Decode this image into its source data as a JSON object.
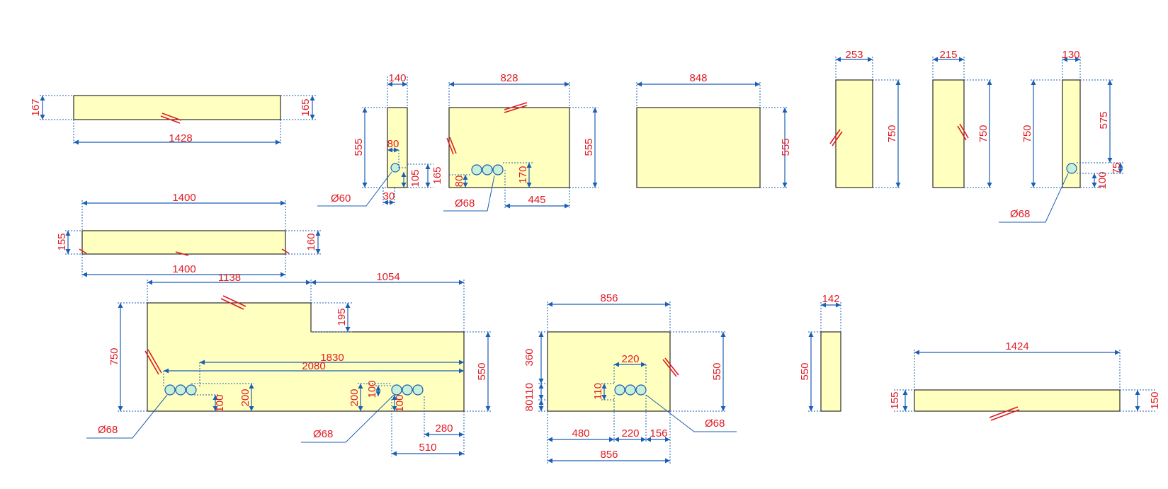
{
  "drawing": {
    "labels": {
      "p1_w": "1428",
      "p1_hl": "167",
      "p1_hr": "165",
      "p2_w": "140",
      "p2_h": "555",
      "p2_hole_x": "80",
      "p2_hole_y": "105",
      "p2_side": "165",
      "p2_bot": "30",
      "p2_dia": "Ø60",
      "p3_w": "828",
      "p3_h": "555",
      "p3_hole_h": "170",
      "p3_bot_y": "80",
      "p3_bot_x": "445",
      "p3_dia": "Ø68",
      "p4_w": "848",
      "p4_h": "555",
      "p5_w": "253",
      "p5_h": "750",
      "p6_w": "215",
      "p6_h": "750",
      "p7_w": "130",
      "p7_hl": "750",
      "p7_top": "575",
      "p7_side": "75",
      "p7_bot": "100",
      "p7_dia": "Ø68",
      "p8_top": "1400",
      "p8_bot": "1400",
      "p8_hl": "155",
      "p8_hr": "160",
      "p9_w1": "1138",
      "p9_w2": "1054",
      "p9_step": "195",
      "p9_hl": "750",
      "p9_hr": "550",
      "p9_d1": "1830",
      "p9_d2": "2080",
      "p9_a100": "100",
      "p9_a200": "200",
      "p9_b200": "200",
      "p9_b100": "100",
      "p9_b100b": "100",
      "p9_c280": "280",
      "p9_c510": "510",
      "p9_dia1": "Ø68",
      "p9_dia2": "Ø68",
      "p10_top": "856",
      "p10_bot": "856",
      "p10_h": "550",
      "p10_v360": "360",
      "p10_v110": "110",
      "p10_v80": "80",
      "p10_top220": "220",
      "p10_h110": "110",
      "p10_b480": "480",
      "p10_b220": "220",
      "p10_b156": "156",
      "p10_dia": "Ø68",
      "p11_w": "142",
      "p11_h": "550",
      "p12_w": "1424",
      "p12_hl": "155",
      "p12_hr": "150"
    }
  }
}
